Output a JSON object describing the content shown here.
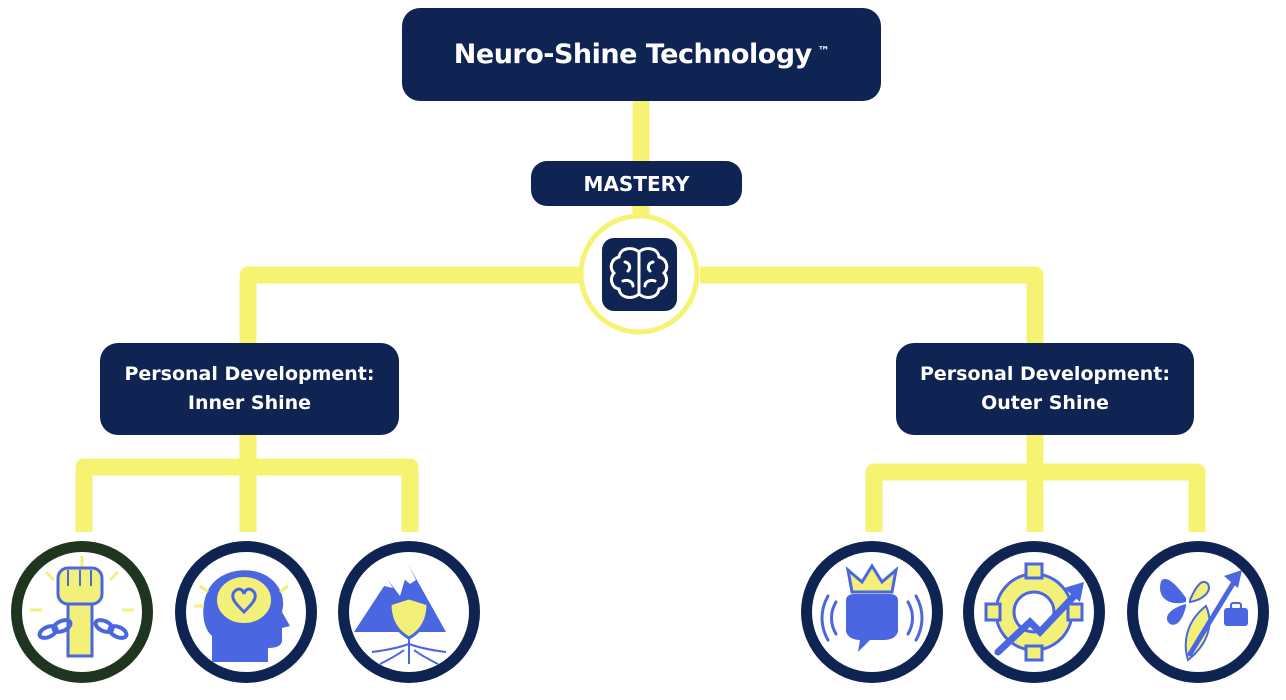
{
  "root": {
    "title": "Neuro-Shine Technology",
    "trademark": "™"
  },
  "mastery": {
    "label": "MASTERY",
    "icon": "brain-icon"
  },
  "branches": [
    {
      "line1": "Personal Development:",
      "line2": "Inner Shine",
      "icons": [
        "fist-breaking-chain-icon",
        "head-brain-heart-icon",
        "mountain-shield-roots-icon"
      ]
    },
    {
      "line1": "Personal Development:",
      "line2": "Outer Shine",
      "icons": [
        "crowned-speech-bubble-icon",
        "gear-growth-arrow-icon",
        "butterfly-career-arrow-icon"
      ]
    }
  ],
  "colors": {
    "navy": "#0f2452",
    "yellow": "#f7f372",
    "blue": "#4a66e0",
    "pale_yellow": "#f3f07a",
    "white": "#ffffff"
  }
}
